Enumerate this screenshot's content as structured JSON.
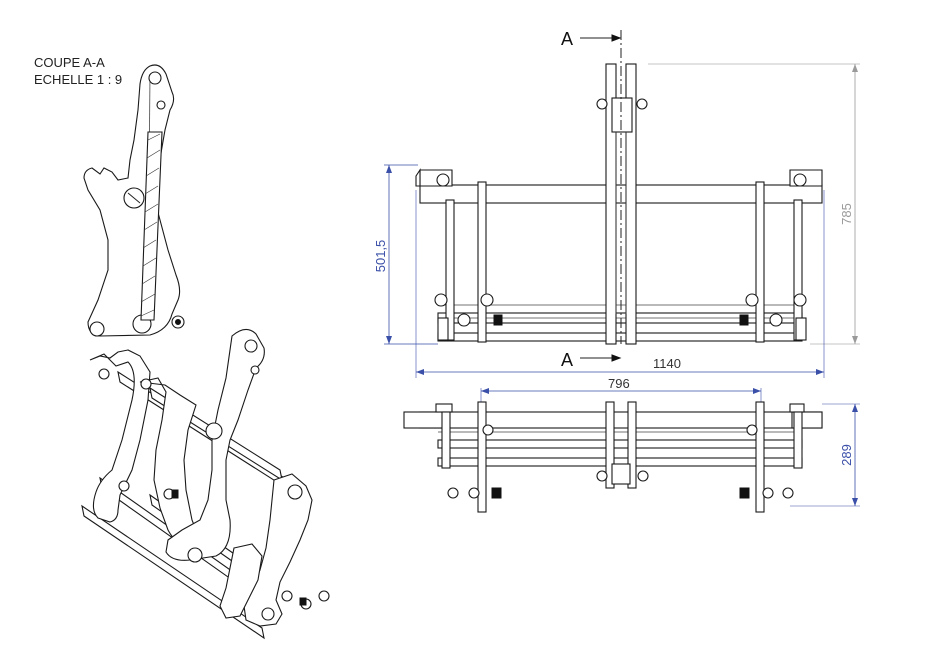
{
  "section_view": {
    "title": "COUPE A-A",
    "scale": "ECHELLE 1 : 9"
  },
  "section_markers": {
    "top": "A",
    "bottom": "A"
  },
  "dimensions": {
    "overall_height": "785",
    "frame_height": "501,5",
    "overall_width": "1140",
    "inner_width": "796",
    "depth": "289"
  },
  "colors": {
    "blue_dimension": "#3a4fa8",
    "grey_dimension": "#9a9a9a",
    "line": "#1a1a1a"
  }
}
